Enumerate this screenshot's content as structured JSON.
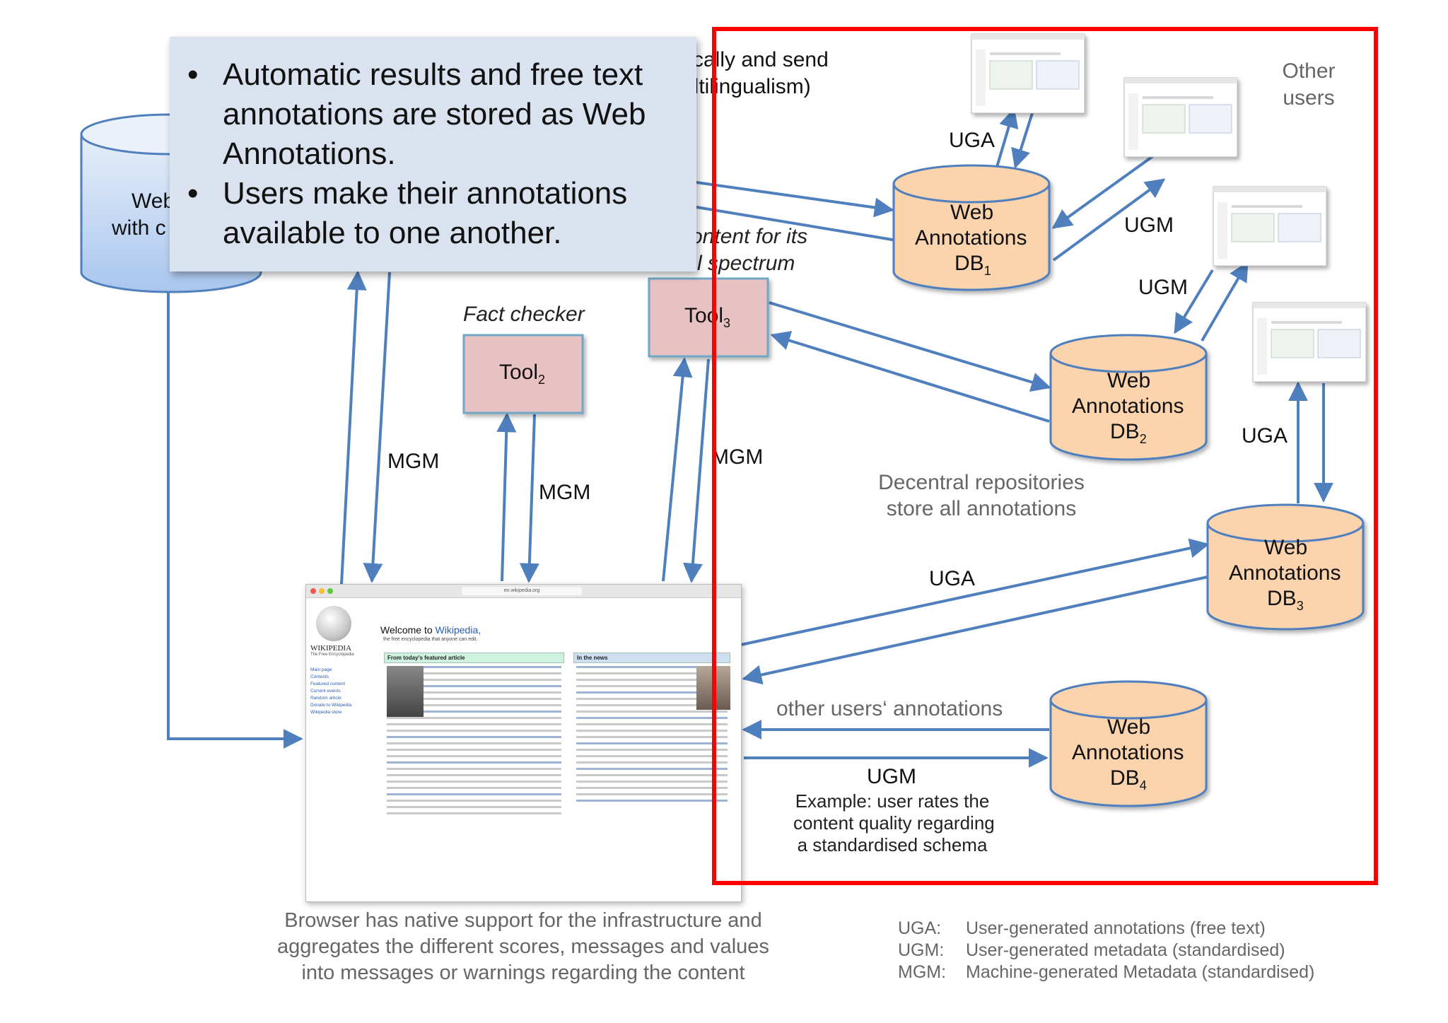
{
  "callout": {
    "bullets": [
      "Automatic results and free text annotations are stored as Web Annotations.",
      "Users make their annotations available to one another."
    ]
  },
  "top_fragments": {
    "line1": "cally and send",
    "line2": "(multilingualism)"
  },
  "left_db": {
    "line1": "Web",
    "line2": "with c"
  },
  "tool3_caption": {
    "line1": "content for its",
    "line2": "l spectrum"
  },
  "tools": {
    "tool2": {
      "label": "Tool",
      "sub": "2",
      "caption": "Fact checker"
    },
    "tool3": {
      "label": "Tool",
      "sub": "3"
    }
  },
  "databases": [
    {
      "line1": "Web",
      "line2": "Annotations",
      "line3": "DB",
      "sub": "1"
    },
    {
      "line1": "Web",
      "line2": "Annotations",
      "line3": "DB",
      "sub": "2"
    },
    {
      "line1": "Web",
      "line2": "Annotations",
      "line3": "DB",
      "sub": "3"
    },
    {
      "line1": "Web",
      "line2": "Annotations",
      "line3": "DB",
      "sub": "4"
    }
  ],
  "edge_labels": {
    "uga_db1": "UGA",
    "ugm_db1": "UGM",
    "ugm_db2": "UGM",
    "uga_db3_users": "UGA",
    "uga_browser": "UGA",
    "mgm_left": "MGM",
    "mgm_tool2": "MGM",
    "mgm_tool3": "MGM",
    "ugm_db4": "UGM",
    "other_users_annotations": "other users‘ annotations"
  },
  "other_users": {
    "line1": "Other",
    "line2": "users"
  },
  "repositories_note": {
    "line1": "Decentral repositories",
    "line2": "store all annotations"
  },
  "example_note": {
    "line1": "Example: user rates the",
    "line2": "content quality regarding",
    "line3": "a standardised schema"
  },
  "browser_caption": {
    "line1": "Browser has native support for the infrastructure and",
    "line2": "aggregates the different scores, messages and values",
    "line3": "into messages or warnings regarding the content"
  },
  "legend": [
    {
      "abbr": "UGA:",
      "desc": "User-generated annotations (free text)"
    },
    {
      "abbr": "UGM:",
      "desc": "User-generated metadata (standardised)"
    },
    {
      "abbr": "MGM:",
      "desc": "Machine-generated Metadata (standardised)"
    }
  ],
  "browser": {
    "url": "en.wikipedia.org",
    "wordmark": "WIKIPEDIA",
    "tagline": "The Free Encyclopedia",
    "welcome_prefix": "Welcome to ",
    "welcome_link": "Wikipedia,",
    "welcome_sub": "the free encyclopedia that anyone can edit.",
    "featured_header": "From today's featured article",
    "news_header": "In the news",
    "nav": [
      "Main page",
      "Contents",
      "Featured content",
      "Current events",
      "Random article",
      "Donate to Wikipedia",
      "Wikipedia store"
    ]
  },
  "colors": {
    "arrow": "#4f7fbd",
    "db_fill": "#fbd3ad",
    "db_stroke": "#4f7fbd",
    "tool_fill": "#e8c1c2",
    "callout_bg": "#d9e2ee",
    "highlight": "#ff0000",
    "left_db_fill": "#c9dcf5"
  }
}
